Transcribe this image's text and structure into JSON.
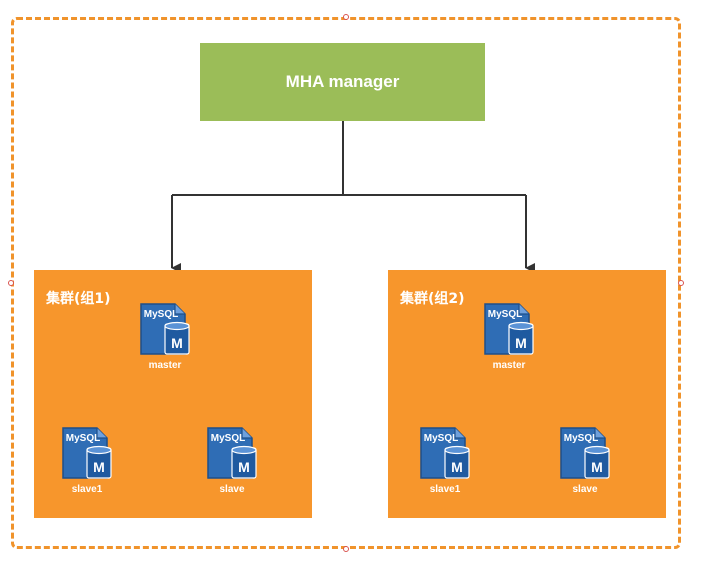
{
  "diagram": {
    "manager": {
      "label": "MHA manager"
    },
    "icon_text": {
      "product": "MySQL",
      "badge": "M"
    },
    "clusters": [
      {
        "title": "集群(组1)",
        "master": {
          "label": "master"
        },
        "slaves": [
          {
            "label": "slave1"
          },
          {
            "label": "slave"
          }
        ]
      },
      {
        "title": "集群(组2)",
        "master": {
          "label": "master"
        },
        "slaves": [
          {
            "label": "slave1"
          },
          {
            "label": "slave"
          }
        ]
      }
    ],
    "colors": {
      "frame_dashed": "#f0932b",
      "manager_fill": "#9bbd58",
      "cluster_fill": "#f7962c",
      "db_icon_blue": "#2f6db5",
      "connector": "#333333",
      "text_light": "#ffffff"
    }
  }
}
